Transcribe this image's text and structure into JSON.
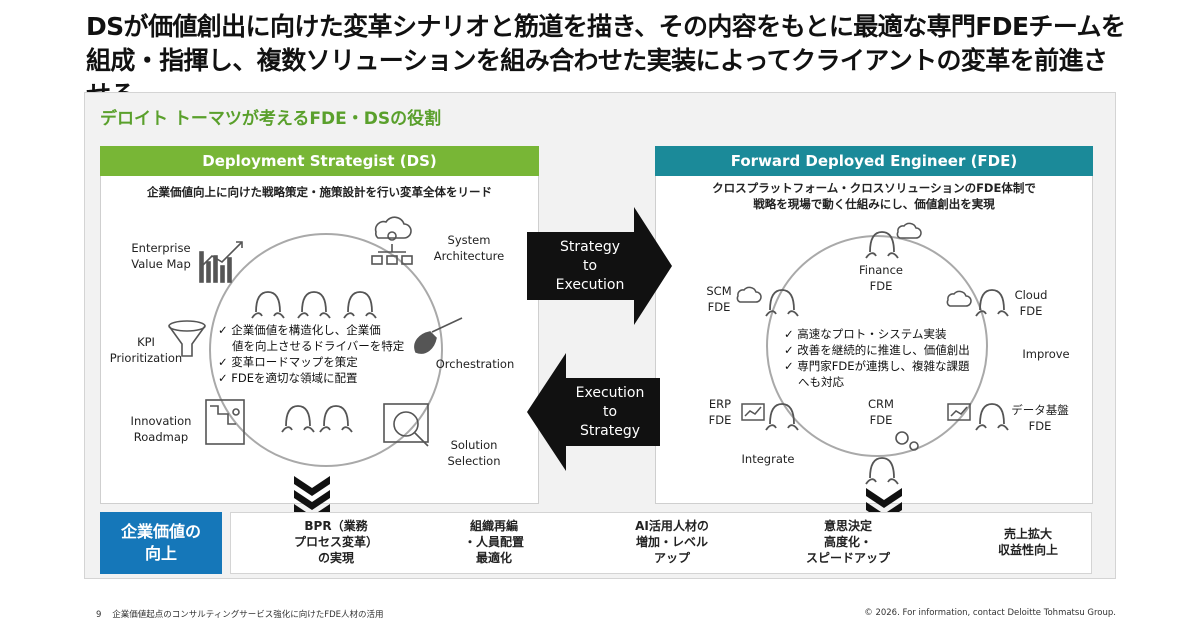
{
  "headline": {
    "line1": "DSが価値創出に向けた変革シナリオと筋道を描き、その内容をもとに最適な専門FDEチームを",
    "line2": "組成・指揮し、複数ソリューションを組み合わせた実装によってクライアントの変革を前進させる"
  },
  "section_title": "デロイト トーマツが考えるFDE・DSの役割",
  "ds": {
    "header": "Deployment Strategist (DS)",
    "subtitle": "企業価値向上に向けた戦略策定・施策設計を行い変革全体をリード",
    "labels": {
      "enterprise_value_map": [
        "Enterprise",
        "Value Map"
      ],
      "system_architecture": [
        "System",
        "Architecture"
      ],
      "kpi_prioritization": [
        "KPI",
        "Prioritization"
      ],
      "orchestration": "Orchestration",
      "innovation_roadmap": [
        "Innovation",
        "Roadmap"
      ],
      "solution_selection": [
        "Solution",
        "Selection"
      ]
    },
    "bullets": [
      "✓ 企業価値を構造化し、企業価",
      "値を向上させるドライバーを特定",
      "✓ 変革ロードマップを策定",
      "✓ FDEを適切な領域に配置"
    ]
  },
  "arrows": {
    "right": [
      "Strategy",
      "to",
      "Execution"
    ],
    "left": [
      "Execution",
      "to",
      "Strategy"
    ]
  },
  "fde": {
    "header": "Forward Deployed Engineer (FDE)",
    "subtitle": [
      "クロスプラットフォーム・クロスソリューションのFDE体制で",
      "戦略を現場で動く仕組みにし、価値創出を実現"
    ],
    "labels": {
      "finance": [
        "Finance",
        "FDE"
      ],
      "scm": [
        "SCM",
        "FDE"
      ],
      "cloud": [
        "Cloud",
        "FDE"
      ],
      "improve": "Improve",
      "erp": [
        "ERP",
        "FDE"
      ],
      "crm": [
        "CRM",
        "FDE"
      ],
      "data": [
        "データ基盤",
        "FDE"
      ],
      "integrate": "Integrate"
    },
    "bullets": [
      "✓ 高速なプロト・システム実装",
      "✓ 改善を継続的に推進し、価値創出",
      "✓ 専門家FDEが連携し、複雑な課題",
      "へも対応"
    ]
  },
  "bottom": {
    "label": [
      "企業価値の",
      "向上"
    ],
    "items": [
      [
        "BPR（業務",
        "プロセス変革）",
        "の実現"
      ],
      [
        "組織再編",
        "・人員配置",
        "最適化"
      ],
      [
        "AI活用人材の",
        "増加・レベル",
        "アップ"
      ],
      [
        "意思決定",
        "高度化・",
        "スピードアップ"
      ],
      [
        "売上拡大",
        "収益性向上"
      ]
    ]
  },
  "footer": {
    "page": "9",
    "title": "企業価値起点のコンサルティングサービス強化に向けたFDE人材の活用",
    "copyright": "© 2026. For information, contact Deloitte Tohmatsu Group."
  },
  "colors": {
    "ds_green": "#78b636",
    "fde_teal": "#1b8a99",
    "title_green": "#5aa02c",
    "value_blue": "#1577b9",
    "arrow_black": "#111111"
  }
}
